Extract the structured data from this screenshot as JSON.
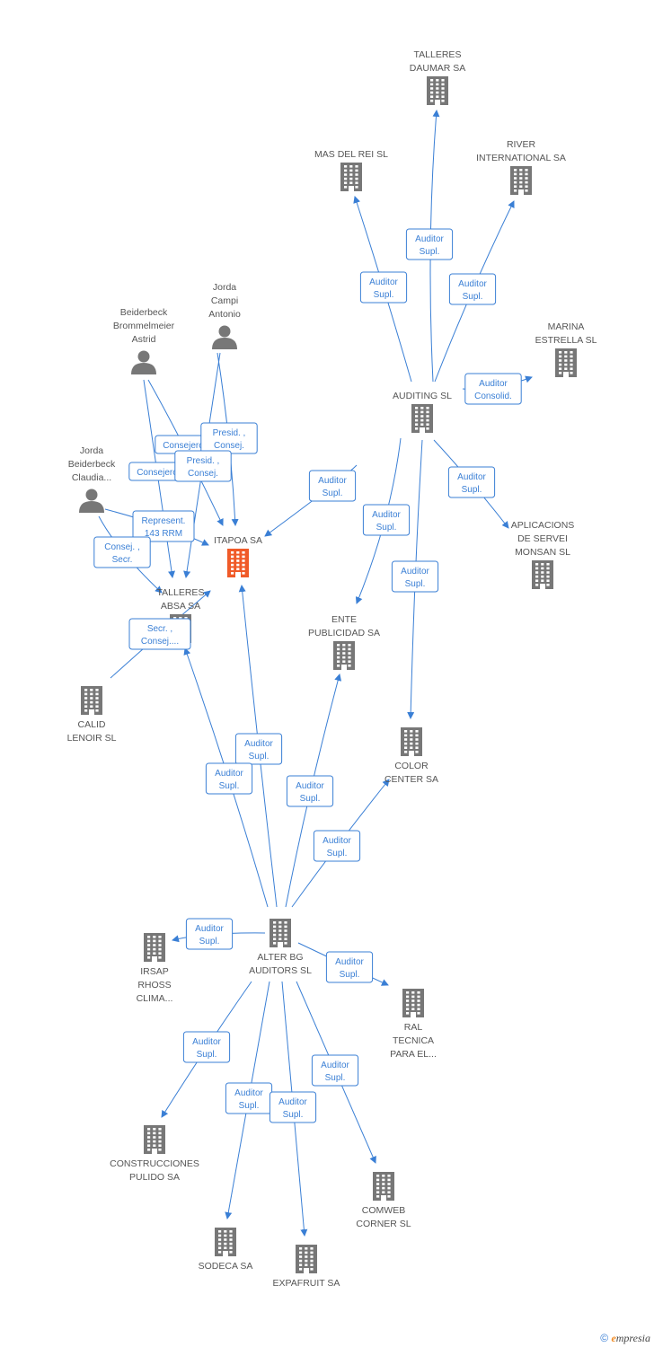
{
  "colors": {
    "edge": "#3a7fd5",
    "company": "#777777",
    "focus": "#f05a28",
    "person": "#777777"
  },
  "nodes": [
    {
      "id": "daumar",
      "type": "company",
      "label": [
        "TALLERES",
        "DAUMAR SA"
      ]
    },
    {
      "id": "masdelrei",
      "type": "company",
      "label": [
        "MAS DEL REI SL"
      ]
    },
    {
      "id": "river",
      "type": "company",
      "label": [
        "RIVER",
        "INTERNATIONAL SA"
      ]
    },
    {
      "id": "marina",
      "type": "company",
      "label": [
        "MARINA",
        "ESTRELLA SL"
      ]
    },
    {
      "id": "auditing",
      "type": "company",
      "label": [
        "AUDITING SL"
      ]
    },
    {
      "id": "aplicacions",
      "type": "company",
      "label": [
        "APLICACIONS",
        "DE SERVEI",
        "MONSAN SL"
      ]
    },
    {
      "id": "itapoa",
      "type": "focus",
      "label": [
        "ITAPOA SA"
      ]
    },
    {
      "id": "talleresabsa",
      "type": "company",
      "label": [
        "TALLERES",
        "ABSA SA"
      ]
    },
    {
      "id": "ente",
      "type": "company",
      "label": [
        "ENTE",
        "PUBLICIDAD SA"
      ]
    },
    {
      "id": "color",
      "type": "company",
      "label": [
        "COLOR",
        "CENTER SA"
      ]
    },
    {
      "id": "calid",
      "type": "company",
      "label": [
        "CALID",
        "LENOIR SL"
      ]
    },
    {
      "id": "alter",
      "type": "company",
      "label": [
        "ALTER BG",
        "AUDITORS SL"
      ]
    },
    {
      "id": "irsap",
      "type": "company",
      "label": [
        "IRSAP",
        "RHOSS",
        "CLIMA..."
      ]
    },
    {
      "id": "ral",
      "type": "company",
      "label": [
        "RAL",
        "TECNICA",
        "PARA EL..."
      ]
    },
    {
      "id": "construcciones",
      "type": "company",
      "label": [
        "CONSTRUCCIONES",
        "PULIDO SA"
      ]
    },
    {
      "id": "comweb",
      "type": "company",
      "label": [
        "COMWEB",
        "CORNER SL"
      ]
    },
    {
      "id": "sodeca",
      "type": "company",
      "label": [
        "SODECA SA"
      ]
    },
    {
      "id": "expafruit",
      "type": "company",
      "label": [
        "EXPAFRUIT SA"
      ]
    },
    {
      "id": "astrid",
      "type": "person",
      "label": [
        "Beiderbeck",
        "Brommelmeier",
        "Astrid"
      ]
    },
    {
      "id": "jorda",
      "type": "person",
      "label": [
        "Jorda",
        "Campi",
        "Antonio"
      ]
    },
    {
      "id": "claudia",
      "type": "person",
      "label": [
        "Jorda",
        "Beiderbeck",
        "Claudia..."
      ]
    }
  ],
  "edges": [
    {
      "from": "auditing",
      "to": "daumar",
      "label": [
        "Auditor",
        "Supl."
      ]
    },
    {
      "from": "auditing",
      "to": "masdelrei",
      "label": [
        "Auditor",
        "Supl."
      ]
    },
    {
      "from": "auditing",
      "to": "river",
      "label": [
        "Auditor",
        "Supl."
      ]
    },
    {
      "from": "auditing",
      "to": "marina",
      "label": [
        "Auditor",
        "Consolid."
      ]
    },
    {
      "from": "auditing",
      "to": "itapoa",
      "label": [
        "Auditor",
        "Supl."
      ]
    },
    {
      "from": "auditing",
      "to": "aplicacions",
      "label": [
        "Auditor",
        "Supl."
      ]
    },
    {
      "from": "auditing",
      "to": "ente",
      "label": [
        "Auditor",
        "Supl."
      ]
    },
    {
      "from": "auditing",
      "to": "color",
      "label": [
        "Auditor",
        "Supl."
      ]
    },
    {
      "from": "astrid",
      "to": "itapoa",
      "label": [
        "Consejero"
      ]
    },
    {
      "from": "astrid",
      "to": "talleresabsa",
      "label": [
        "Consejero"
      ]
    },
    {
      "from": "jorda",
      "to": "itapoa",
      "label": [
        "Presid. ,",
        "Consej."
      ]
    },
    {
      "from": "jorda",
      "to": "talleresabsa",
      "label": [
        "Presid. ,",
        "Consej."
      ]
    },
    {
      "from": "claudia",
      "to": "itapoa",
      "label": [
        "Represent.",
        "143 RRM"
      ]
    },
    {
      "from": "claudia",
      "to": "talleresabsa",
      "label": [
        "Consej. ,",
        "Secr."
      ]
    },
    {
      "from": "calid",
      "to": "talleresabsa",
      "label": [
        "Secr. ,",
        "Consej...."
      ]
    },
    {
      "from": "alter",
      "to": "itapoa",
      "label": [
        "Auditor",
        "Supl."
      ]
    },
    {
      "from": "alter",
      "to": "talleresabsa",
      "label": [
        "Auditor",
        "Supl."
      ]
    },
    {
      "from": "alter",
      "to": "ente",
      "label": [
        "Auditor",
        "Supl."
      ]
    },
    {
      "from": "alter",
      "to": "color",
      "label": [
        "Auditor",
        "Supl."
      ]
    },
    {
      "from": "alter",
      "to": "irsap",
      "label": [
        "Auditor",
        "Supl."
      ]
    },
    {
      "from": "alter",
      "to": "ral",
      "label": [
        "Auditor",
        "Supl."
      ]
    },
    {
      "from": "alter",
      "to": "construcciones",
      "label": [
        "Auditor",
        "Supl."
      ]
    },
    {
      "from": "alter",
      "to": "comweb",
      "label": [
        "Auditor",
        "Supl."
      ]
    },
    {
      "from": "alter",
      "to": "sodeca",
      "label": [
        "Auditor",
        "Supl."
      ]
    },
    {
      "from": "alter",
      "to": "expafruit",
      "label": [
        "Auditor",
        "Supl."
      ]
    }
  ],
  "footer": {
    "copyright": "©",
    "brand_initial": "e",
    "brand_rest": "mpresia"
  }
}
